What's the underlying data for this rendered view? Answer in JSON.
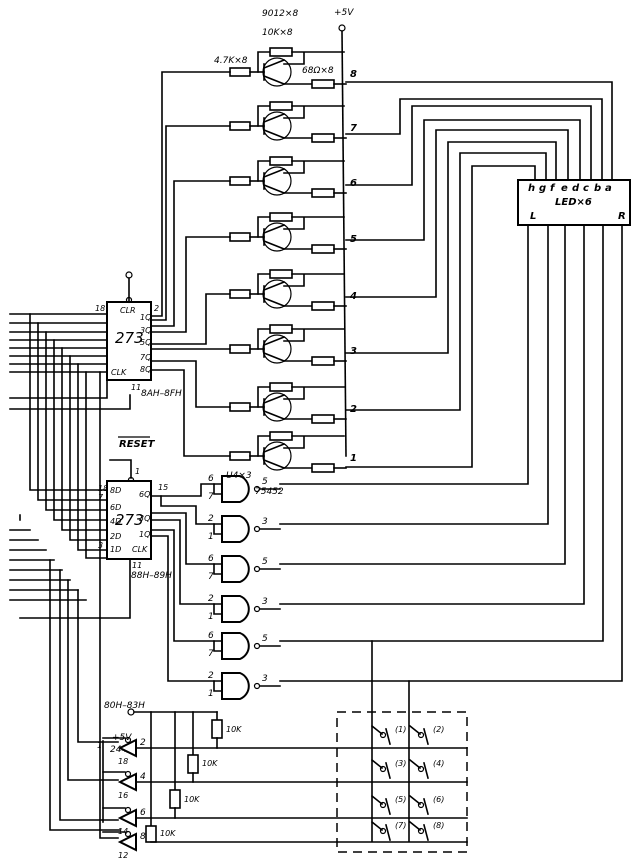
{
  "power": {
    "vcc_label": "+5V",
    "vcc_label_lower": "+5V"
  },
  "driver": {
    "transistor_label": "9012×8",
    "base_res_label": "4.7K×8",
    "bias_res_label": "10K×8",
    "collector_res_label": "68Ω×8",
    "digit_numbers": [
      "8",
      "7",
      "6",
      "5",
      "4",
      "3",
      "2",
      "1"
    ]
  },
  "led": {
    "segments": [
      "h",
      "g",
      "f",
      "e",
      "d",
      "c",
      "b",
      "a"
    ],
    "title": "LED×6",
    "left": "L",
    "right": "R"
  },
  "latch_top": {
    "name": "273",
    "clr": "CLR",
    "clk": "CLK",
    "outputs": [
      "1Q",
      "3Q",
      "5Q",
      "7Q",
      "8Q"
    ],
    "pin_top": "2",
    "pin_18": "18",
    "pin_11": "11",
    "address": "8AH–8FH"
  },
  "latch_bottom": {
    "name": "273",
    "reset": "RESET",
    "inputs": [
      "8D",
      "6D",
      "4D",
      "2D",
      "1D"
    ],
    "outputs": [
      "6Q",
      "3Q",
      "1Q"
    ],
    "clk": "CLK",
    "pin_15": "15",
    "pin_1": "1",
    "pin_11": "11",
    "address": "88H–89H",
    "pin_labels_left": [
      "18",
      "7",
      "3"
    ]
  },
  "gates": {
    "chip_label": "U4×3",
    "chip_type": "75452",
    "items": [
      {
        "in_a": "6",
        "in_b": "7",
        "out": "5"
      },
      {
        "in_a": "2",
        "in_b": "1",
        "out": "3"
      },
      {
        "in_a": "6",
        "in_b": "7",
        "out": "5"
      },
      {
        "in_a": "2",
        "in_b": "1",
        "out": "3"
      },
      {
        "in_a": "6",
        "in_b": "7",
        "out": "5"
      },
      {
        "in_a": "2",
        "in_b": "1",
        "out": "3"
      }
    ]
  },
  "buffer": {
    "chip_label": "244/2",
    "address": "80H–83H",
    "in_pins": [
      "18",
      "16",
      "14",
      "12"
    ],
    "out_pins": [
      "2",
      "4",
      "6",
      "8"
    ],
    "enable_pin": "1",
    "pullup_label": "10K"
  },
  "keypad": {
    "keys": [
      "(1)",
      "(2)",
      "(3)",
      "(4)",
      "(5)",
      "(6)",
      "(7)",
      "(8)"
    ]
  }
}
